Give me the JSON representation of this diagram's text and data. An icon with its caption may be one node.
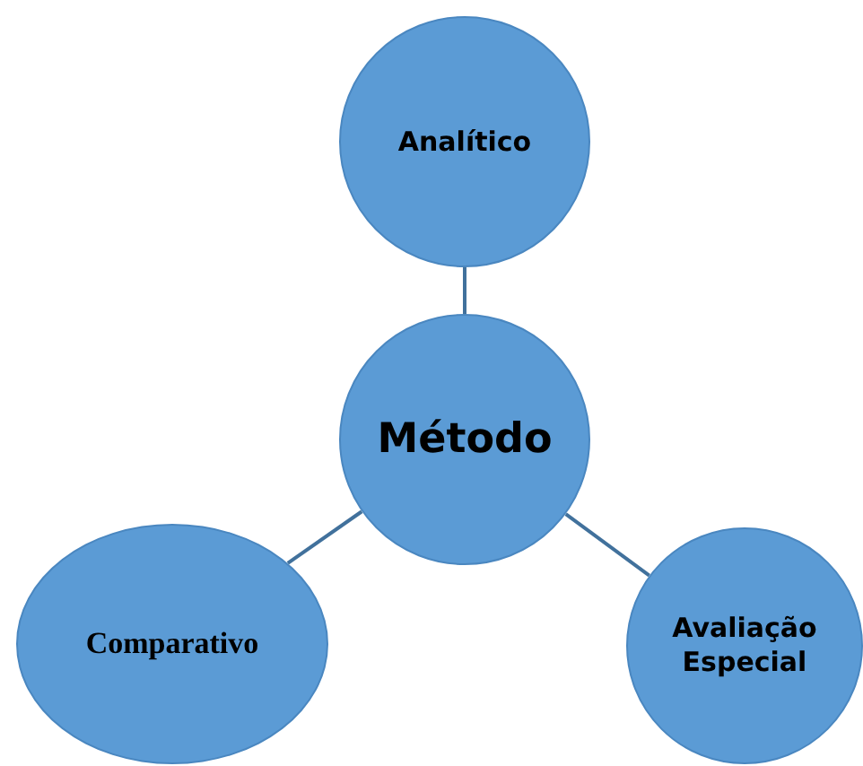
{
  "diagram": {
    "nodes": [
      {
        "text": [
          "Analítico"
        ]
      },
      {
        "text": [
          "Método"
        ]
      },
      {
        "text": [
          "Comparativo"
        ]
      },
      {
        "text": [
          "Avaliação Especial"
        ]
      }
    ],
    "edges": [
      {
        "from": 1,
        "to": 0,
        "arrow": "none"
      },
      {
        "from": 1,
        "to": 2,
        "arrow": "none"
      },
      {
        "from": 1,
        "to": 3,
        "arrow": "none"
      }
    ]
  }
}
